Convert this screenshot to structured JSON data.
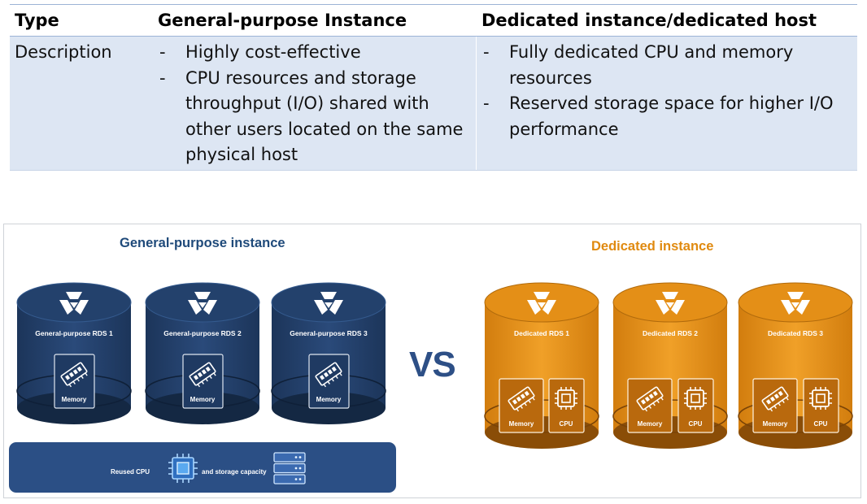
{
  "table": {
    "headers": [
      "Type",
      "General-purpose Instance",
      "Dedicated instance/dedicated host"
    ],
    "row_label": "Description",
    "general_points": [
      "Highly cost-effective",
      "CPU resources and storage throughput (I/O) shared with other users located on the same physical host"
    ],
    "dedicated_points": [
      "Fully dedicated CPU and memory resources",
      "Reserved storage space for higher I/O performance"
    ]
  },
  "diagram": {
    "general_title": "General-purpose instance",
    "dedicated_title": "Dedicated instance",
    "vs": "VS",
    "general_nodes": [
      "General-purpose RDS 1",
      "General-purpose RDS 2",
      "General-purpose RDS 3"
    ],
    "dedicated_nodes": [
      "Dedicated RDS 1",
      "Dedicated RDS 2",
      "Dedicated RDS 3"
    ],
    "memory_label": "Memory",
    "cpu_label": "CPU",
    "shared_bar": {
      "left_text": "Reused CPU",
      "right_text": "and storage capacity"
    },
    "colors": {
      "general": "#23406b",
      "dedicated": "#de8a14",
      "vs": "#2d4f86"
    }
  }
}
